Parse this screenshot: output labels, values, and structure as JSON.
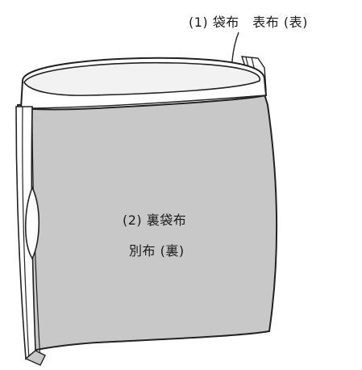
{
  "labels": {
    "outer_bag": "(1) 袋布　表布 (表)",
    "inner_bag_line1": "(2) 裏袋布",
    "inner_bag_line2": "別布 (裏)"
  },
  "colors": {
    "outline": "#222222",
    "fabric_gray": "#c8c8c8",
    "lining_white": "#ffffff",
    "inner_top": "#f2f2f2"
  }
}
